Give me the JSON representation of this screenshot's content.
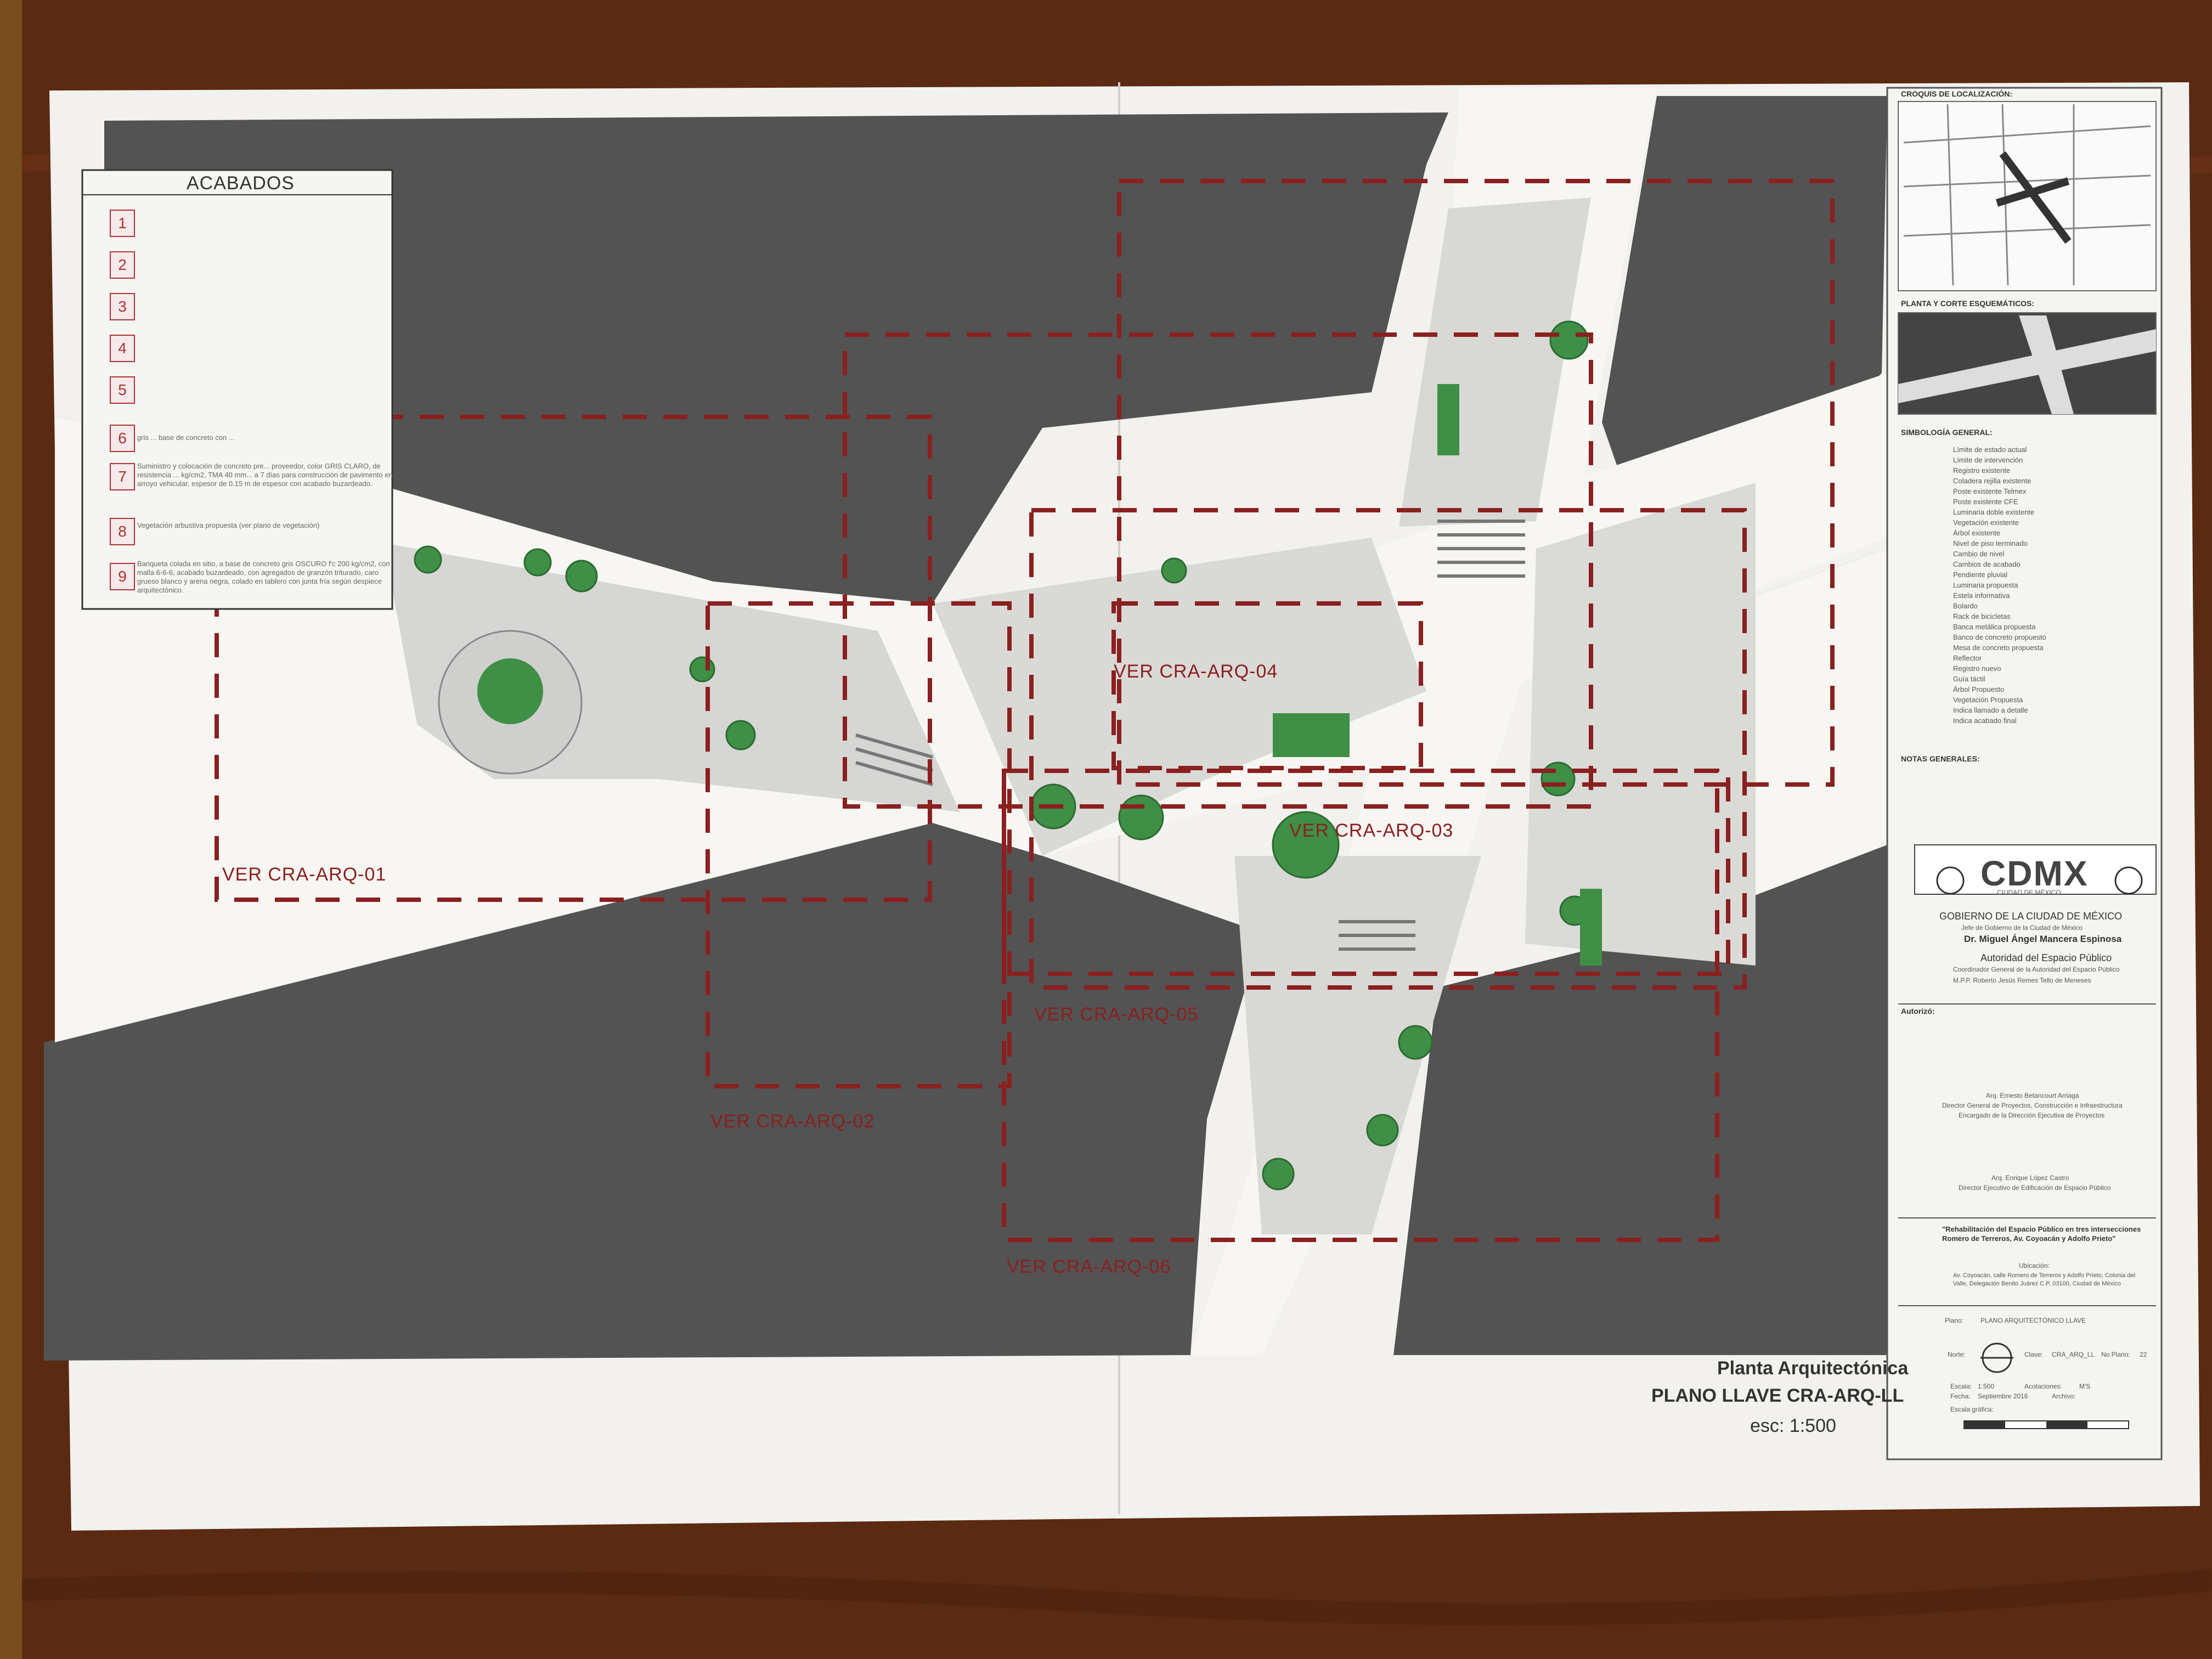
{
  "plan": {
    "title": "Planta Arquitectónica",
    "code": "PLANO LLAVE CRA-ARQ-LL",
    "scale": "esc: 1:500"
  },
  "acabados": {
    "title": "ACABADOS",
    "items": [
      {
        "num": "1",
        "text": ""
      },
      {
        "num": "2",
        "text": ""
      },
      {
        "num": "3",
        "text": ""
      },
      {
        "num": "4",
        "text": ""
      },
      {
        "num": "5",
        "text": ""
      },
      {
        "num": "6",
        "text": "gris ... base de concreto con ..."
      },
      {
        "num": "7",
        "text": "Suministro y colocación de concreto pre... proveedor, color GRIS CLARO, de resistencia ... kg/cm2, TMA 40 mm... a 7 días para construcción de pavimento en arroyo vehicular, espesor de 0.15 m de espesor con acabado buzardeado."
      },
      {
        "num": "8",
        "text": "Vegetación arbustiva propuesta (ver plano de vegetación)"
      },
      {
        "num": "9",
        "text": "Banqueta colada en sitio, a base de concreto gris OSCURO f'c 200 kg/cm2, con malla 6-6-6, acabado buzardeado, con agregados de granzón triturado, caro grueso blanco y arena negra, colado en tablero con junta fría según despiece arquitectónico."
      }
    ]
  },
  "sections": [
    {
      "label": "VER CRA-ARQ-01"
    },
    {
      "label": "VER CRA-ARQ-02"
    },
    {
      "label": "VER CRA-ARQ-03"
    },
    {
      "label": "VER CRA-ARQ-04"
    },
    {
      "label": "VER CRA-ARQ-05"
    },
    {
      "label": "VER CRA-ARQ-06"
    }
  ],
  "sidebar": {
    "croquis": "CROQUIS DE LOCALIZACIÓN:",
    "planta_corte": "PLANTA Y CORTE ESQUEMÁTICOS:",
    "simbologia": "SIMBOLOGÍA GENERAL:",
    "symbols": [
      "Límite de estado actual",
      "Límite de intervención",
      "Registro existente",
      "Coladera rejilla existente",
      "Poste existente Telmex",
      "Poste existente CFE",
      "Luminaria doble existente",
      "Vegetación existente",
      "Árbol existente",
      "Nivel de piso terminado",
      "Cambio de nivel",
      "Cambios de acabado",
      "Pendiente pluvial",
      "Luminaria propuesta",
      "Estela informativa",
      "Bolardo",
      "Rack de bicicletas",
      "Banca metálica propuesta",
      "Banco de concreto propuesto",
      "Mesa de concreto propuesta",
      "Reflector",
      "Registro nuevo",
      "Guía táctil",
      "Árbol Propuesto",
      "Vegetación Propuesta",
      "Indica llamado a detalle",
      "Indica acabado final"
    ],
    "notas": "NOTAS GENERALES:",
    "cdmx_logo": "CDMX",
    "cdmx_sub": "CIUDAD DE MÉXICO",
    "gobierno": "GOBIERNO DE LA CIUDAD DE MÉXICO",
    "jefe": "Jefe de Gobierno de la Ciudad de México",
    "jefe_name": "Dr. Miguel Ángel Mancera Espinosa",
    "autoridad": "Autoridad del Espacio Público",
    "coordinador": "Coordinador General de la Autoridad del Espacio Público",
    "coordinador_name": "M.P.P. Roberto Jesús Remes Tello de Meneses",
    "autoriza": "Autorizó:",
    "firma1_name": "Arq. Ernesto Betancourt Arriaga",
    "firma1_role": "Director General de Proyectos, Construcción e Infraestructura",
    "firma1_role2": "Encargado de la Dirección Ejecutiva de Proyectos",
    "firma2_name": "Arq. Enrique López Castro",
    "firma2_role": "Director Ejecutivo de Edificación de Espacio Público",
    "project": "\"Rehabilitación del Espacio Público en tres intersecciones Romero de Terreros, Av. Coyoacán y Adolfo Prieto\"",
    "ubicacion": "Ubicación:",
    "ubicacion_text": "Av. Coyoacán, calle Romero de Terreros y Adolfo Prieto, Colonia del Valle, Delegación Benito Juárez C.P. 03100, Ciudad de México",
    "plano_label": "Plano:",
    "plano_value": "PLANO ARQUITECTÓNICO LLAVE",
    "norte": "Norte:",
    "clave_label": "Clave:",
    "clave_value": "CRA_ARQ_LL",
    "no_plano_label": "No Plano:",
    "no_plano_value": "22",
    "escala_label": "Escala:",
    "escala_value": "1:500",
    "acotaciones_label": "Acotaciones:",
    "acotaciones_value": "M'S",
    "fecha_label": "Fecha:",
    "fecha_value": "Septiembre 2016",
    "archivo_label": "Archivo:",
    "escala_grafica": "Escala gráfica:"
  },
  "colors": {
    "table": "#5a2a12",
    "paper": "#f2f1ee",
    "dark_block": "#535353",
    "road": "#f7f6f2",
    "sidewalk": "#d6d6d4",
    "dash_red": "#8a2020",
    "tree_green": "#3f8f46"
  }
}
